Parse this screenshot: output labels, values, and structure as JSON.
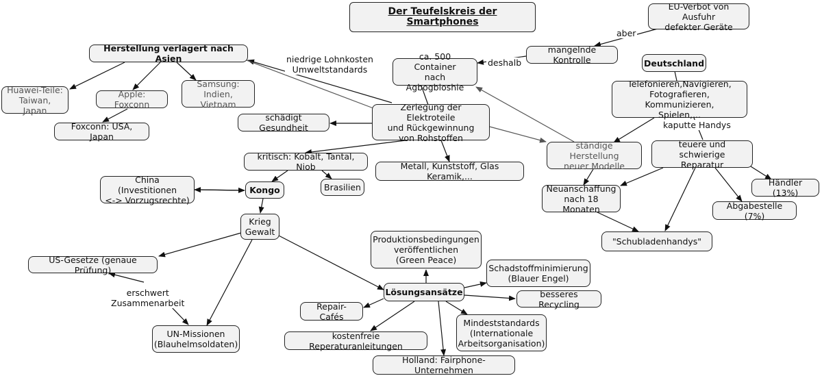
{
  "title": "Der Teufelskreis der Smartphones",
  "nodes": {
    "eu_verbot": "EU-Verbot von Ausfuhr\ndefekter Geräte",
    "mangelnde_kontrolle": "mangelnde Kontrolle",
    "container": "ca. 500 Container\nnach Agbogbloshie",
    "herstellung_asien": "Herstellung verlagert nach Asien",
    "huawei": "Huawei-Teile:\nTaiwan, Japan",
    "apple": "Apple: Foxconn",
    "samsung": "Samsung:\nIndien, Vietnam",
    "foxconn": "Foxconn: USA, Japan",
    "deutschland": "Deutschland",
    "telefonieren": "Telefonieren,Navigieren,\nFotografieren, Kommunizieren,\nSpielen,...",
    "zerlegung": "Zerlegung der Elektroteile\nund Rückgewinnung\nvon Rohstoffen",
    "gesundheit": "schädigt Gesundheit",
    "kritisch": "kritisch: Kobalt, Tantal, Niob",
    "metall": "Metall, Kunststoff, Glas Keramik,...",
    "neue_modelle": "ständige Herstellung\nneuer Modelle",
    "reparatur": "teuere und schwierige\nReparatur",
    "haendler": "Händler (13%)",
    "abgabestelle": "Abgabestelle (7%)",
    "neuanschaffung": "Neuanschaffung\nnach 18 Monaten",
    "schubladen": "\"Schubladenhandys\"",
    "china": "China (Investitionen\n<-> Vorzugsrechte)",
    "kongo": "Kongo",
    "brasilien": "Brasilien",
    "krieg": "Krieg\nGewalt",
    "us_gesetze": "US-Gesetze (genaue Prüfung)",
    "un_missionen": "UN-Missionen\n(Blauhelmsoldaten)",
    "produktion": "Produktionsbedingungen\nveröffentlichen\n(Green Peace)",
    "schadstoff": "Schadstoffminimierung\n(Blauer Engel)",
    "loesungsansaetze": "Lösungsansätze",
    "recycling": "besseres Recycling",
    "repair": "Repair-Cafés",
    "mindeststandards": "Mindeststandards\n(Internationale\nArbeitsorganisation)",
    "anleitungen": "kostenfreie Reperaturanleitungen",
    "holland": "Holland: Fairphone-Unternehmen"
  },
  "edge_labels": {
    "aber": "aber",
    "deshalb": "deshalb",
    "lohnkosten": "niedrige Lohnkosten\nUmweltstandards",
    "kaputte": "kaputte Handys",
    "erschwert": "erschwert\nZusammenarbeit"
  },
  "colors": {
    "node_fill": "#f2f2f2",
    "stroke": "#222222",
    "grey_text": "#555555"
  }
}
